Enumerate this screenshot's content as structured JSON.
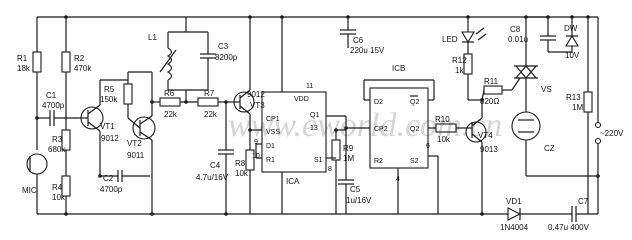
{
  "watermark": "www.eworld.com.cn",
  "labels": {
    "r1": "R1",
    "r1v": "18k",
    "r2": "R2",
    "r2v": "470k",
    "c1": "C1",
    "c1v": "4700p",
    "r3": "R3",
    "r3v": "680k",
    "r4": "R4",
    "r4v": "10k",
    "mic": "MIC",
    "vt1": "VT1",
    "vt1t": "9012",
    "r5": "R5",
    "r5v": "150k",
    "vt2": "VT2",
    "vt2t": "9011",
    "c2": "C2",
    "c2v": "4700p",
    "l1": "L1",
    "c3": "C3",
    "c3v": "8200p",
    "r6": "R6",
    "r6v": "22k",
    "r7": "R7",
    "r7v": "22k",
    "vt3t": "9012",
    "vt3": "VT3",
    "c4v": "4.7u/16V",
    "c4": "C4",
    "r8": "R8",
    "r8v": "10k",
    "ica": "ICA",
    "ica_vdd": "VDD",
    "ica_11": "11",
    "ica_q1": "Q1",
    "ica_cp1": "CP1",
    "ica_13": "13",
    "ica_vss": "VSS",
    "ica_d1": "D1",
    "ica_9": "9",
    "ica_r1": "R1",
    "ica_s1": "S1",
    "ica_10": "10",
    "ica_8": "8",
    "r9": "R9",
    "r9v": "1M",
    "c6": "C6",
    "c6v": "220u 15V",
    "c5": "C5",
    "c5v": "1u/16V",
    "icb": "ICB",
    "icb_d2": "D2",
    "icb_q2b": "Q2",
    "icb_cp2": "CP2",
    "icb_q2": "Q2",
    "icb_r2": "R2",
    "icb_s2": "S2",
    "icb_6": "6",
    "icb_4": "4",
    "r10": "R10",
    "r10v": "10k",
    "vt4": "VT4",
    "vt4t": "9013",
    "led": "LED",
    "r12": "R12",
    "r12v": "1k",
    "r11": "R11",
    "r11v": "820Ω",
    "c8": "C8",
    "c8v": "0.01u",
    "dw": "DW",
    "dwv": "10V",
    "vs": "VS",
    "r13": "R13",
    "r13v": "1M",
    "mains": "~220V",
    "cz": "CZ",
    "vd1": "VD1",
    "vd1t": "1N4004",
    "c7": "C7",
    "c7v": "0.47u 400V"
  }
}
